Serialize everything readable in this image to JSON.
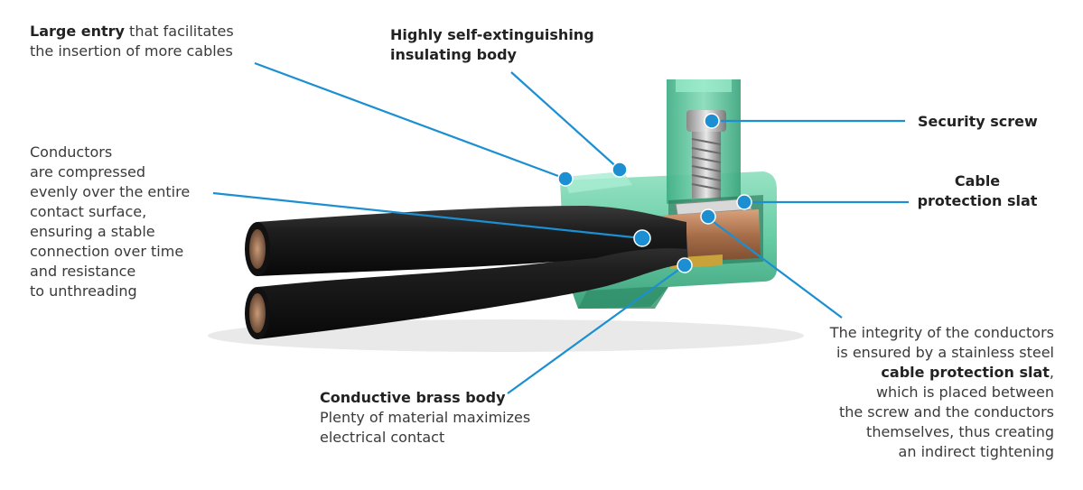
{
  "callouts": {
    "large_entry": {
      "bold": "Large entry",
      "rest_line1": " that facilitates",
      "line2": "the insertion of more cables"
    },
    "self_extinguishing": {
      "line1": "Highly self-extinguishing",
      "line2": "insulating body"
    },
    "security_screw": {
      "title": "Security screw"
    },
    "cable_slat": {
      "line1": "Cable",
      "line2": "protection slat"
    },
    "conductors": {
      "lines": [
        "Conductors",
        "are compressed",
        "evenly over the entire",
        "contact surface,",
        "ensuring a stable",
        "connection over time",
        "and resistance",
        "to unthreading"
      ]
    },
    "brass_body": {
      "title": "Conductive brass body",
      "line1": "Plenty of material maximizes",
      "line2": "electrical contact"
    },
    "integrity": {
      "line1": "The integrity of the conductors",
      "line2": "is ensured by a stainless steel",
      "line3_bold": "cable protection slat",
      "line3_rest": ",",
      "line4": "which is placed between",
      "line5": "the screw and the conductors",
      "line6": "themselves, thus creating",
      "line7": "an indirect tightening"
    }
  },
  "colors": {
    "callout_line": "#1b8fd2",
    "housing_green": "#5cc9a0",
    "cable_black": "#1a1a1a",
    "brass": "#b07a52"
  }
}
